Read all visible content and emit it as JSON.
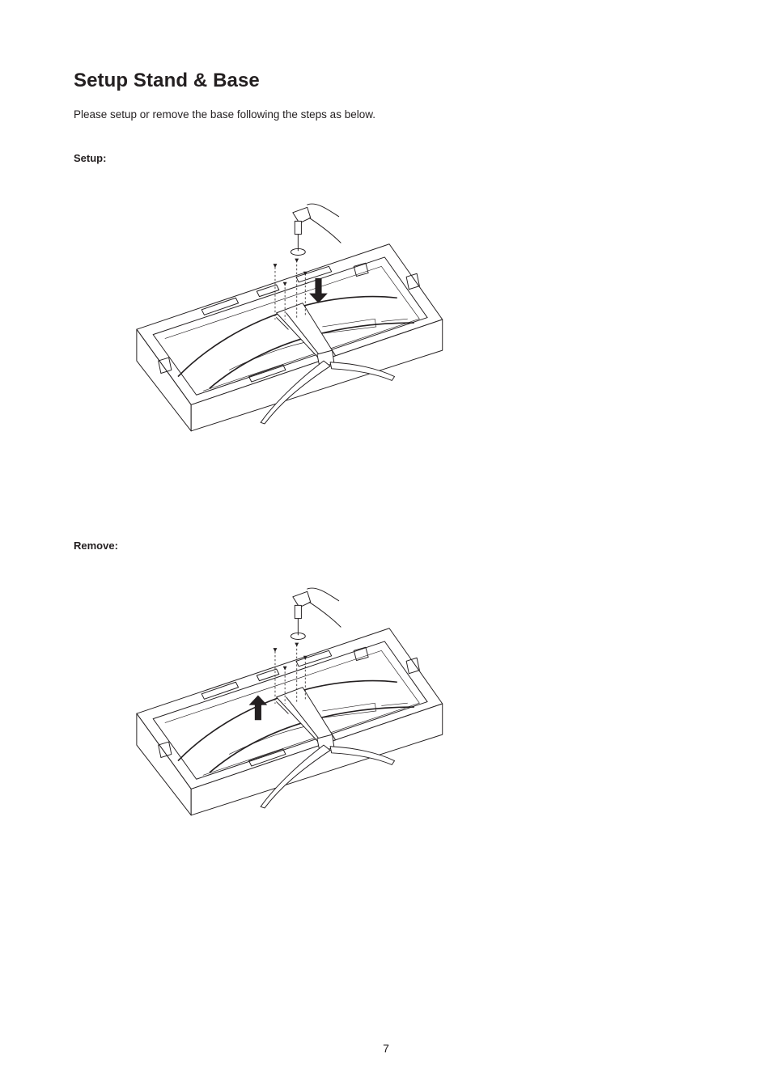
{
  "page": {
    "title": "Setup Stand & Base",
    "intro": "Please setup or remove the base following the steps as below.",
    "sections": {
      "setup": {
        "label": "Setup:",
        "arrow_direction": "down"
      },
      "remove": {
        "label": "Remove:",
        "arrow_direction": "up"
      }
    },
    "page_number": "7"
  }
}
